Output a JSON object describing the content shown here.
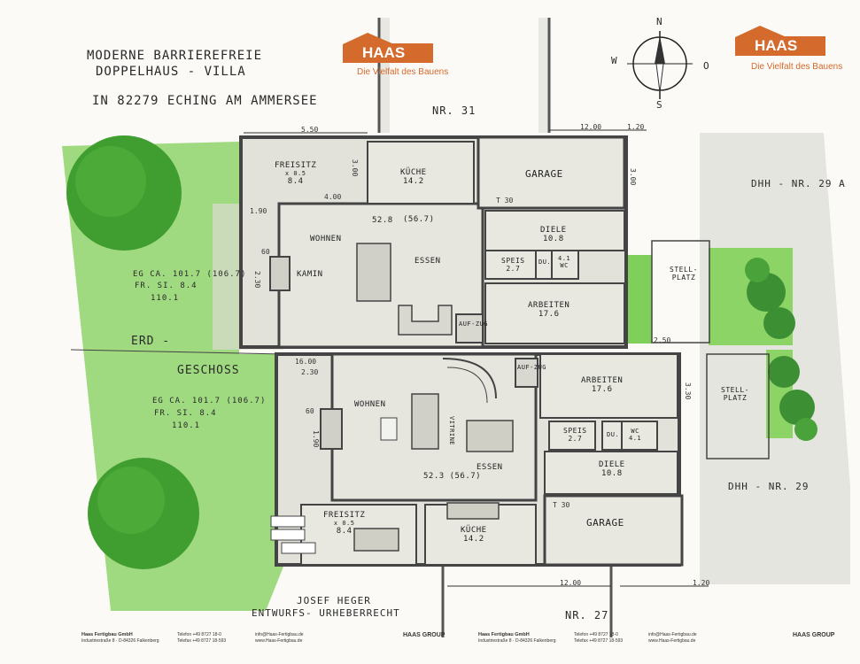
{
  "title": {
    "line1": "MODERNE BARRIEREFREIE",
    "line2": "DOPPELHAUS - VILLA",
    "line3": "IN 82279 ECHING AM AMMERSEE"
  },
  "logo": {
    "brand": "HAAS",
    "tagline": "Die Vielfalt des Bauens"
  },
  "compass": {
    "n": "N",
    "w": "W",
    "o": "O",
    "s": "S"
  },
  "plots": {
    "top": "NR. 31",
    "bottom": "NR. 27",
    "right_top": "DHH - NR. 29 A",
    "right_bottom": "DHH - NR. 29"
  },
  "rooms": {
    "upper": {
      "freisitz": "FREISITZ",
      "freisitz_area": "8.4",
      "freisitz_sub": "x 0.5",
      "kueche": "KÜCHE",
      "kueche_area": "14.2",
      "garage": "GARAGE",
      "wohnen": "WOHNEN",
      "wohnen_area": "52.8",
      "essen": "ESSEN",
      "essen_area": "(56.7)",
      "kamin": "KAMIN",
      "diele": "DIELE",
      "diele_area": "10.8",
      "speis": "SPEIS",
      "speis_area": "2.7",
      "du": "DU.",
      "wc": "WC",
      "wc_area": "4.1",
      "arbeiten": "ARBEITEN",
      "arbeiten_area": "17.6",
      "aufzug": "AUF-ZUG",
      "stellplatz": "STELL-PLATZ"
    },
    "lower": {
      "wohnen": "WOHNEN",
      "essen": "ESSEN",
      "essen_area": "52.3 (56.7)",
      "vitrine": "VITRINE",
      "arbeiten": "ARBEITEN",
      "arbeiten_area": "17.6",
      "speis": "SPEIS",
      "speis_area": "2.7",
      "du": "DU.",
      "wc": "WC",
      "wc_area": "4.1",
      "diele": "DIELE",
      "diele_area": "10.8",
      "garage": "GARAGE",
      "freisitz": "FREISITZ",
      "freisitz_area": "8.4",
      "freisitz_sub": "x 0.5",
      "kueche": "KÜCHE",
      "kueche_area": "14.2",
      "aufzug": "AUF-ZUG",
      "stellplatz": "STELL-PLATZ"
    }
  },
  "area_notes": {
    "upper": {
      "l1": "EG CA. 101.7 (106.7)",
      "l2": "FR. SI. 8.4",
      "l3": "110.1"
    },
    "lower": {
      "l1": "EG CA. 101.7 (106.7)",
      "l2": "FR. SI. 8.4",
      "l3": "110.1"
    }
  },
  "floor_label": {
    "l1": "ERD -",
    "l2": "GESCHOSS"
  },
  "dims": {
    "d550": "5.50",
    "d1200": "12.00",
    "d120": "1.20",
    "d300a": "3.00",
    "d300b": "3.00",
    "d400": "4.00",
    "d190": "1.90",
    "d230a": "2.30",
    "d1600": "16.00",
    "d230b": "2.30",
    "d330": "3.30",
    "d1200b": "12.00",
    "d120b": "1.20",
    "d190b": "1.90",
    "d250": "2.50",
    "t30a": "T 30",
    "t30b": "T 30",
    "d60a": "60",
    "d60b": "60"
  },
  "copyright": {
    "l1": "JOSEF HEGER",
    "l2": "ENTWURFS- URHEBERRECHT"
  },
  "footer": {
    "company": "Haas Fertigbau GmbH",
    "address": "Industriestraße 8 · D-84326 Falkenberg",
    "tel_label": "Telefon",
    "tel": "+49 8727 18-0",
    "fax_label": "Telefax",
    "fax": "+49 8727 18-593",
    "email": "info@Haas-Fertigbau.de",
    "web": "www.Haas-Fertigbau.de",
    "group": "HAAS GROUP"
  }
}
